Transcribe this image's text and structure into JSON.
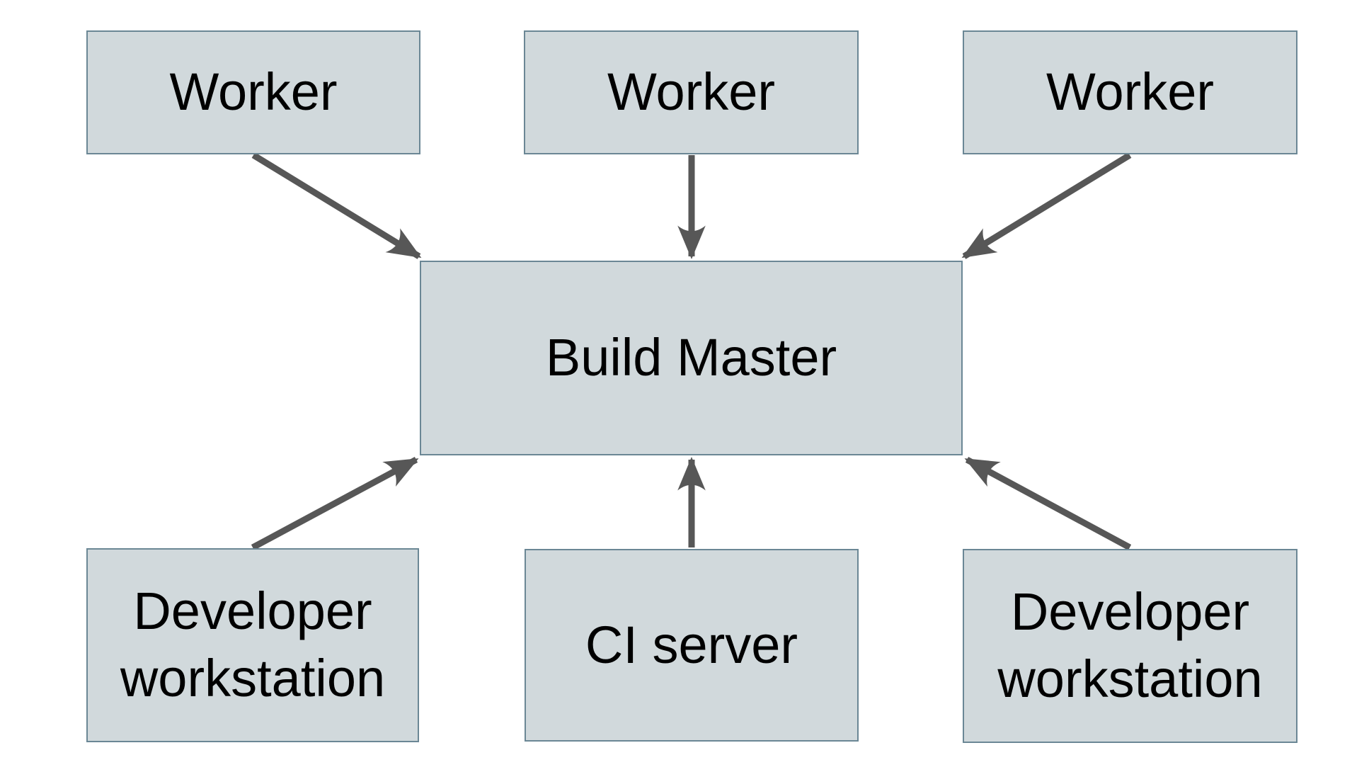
{
  "diagram": {
    "nodes": [
      {
        "id": "worker-1",
        "label": "Worker"
      },
      {
        "id": "worker-2",
        "label": "Worker"
      },
      {
        "id": "worker-3",
        "label": "Worker"
      },
      {
        "id": "build-master",
        "label": "Build Master"
      },
      {
        "id": "developer-workstation-left",
        "label": "Developer workstation"
      },
      {
        "id": "ci-server",
        "label": "CI server"
      },
      {
        "id": "developer-workstation-right",
        "label": "Developer workstation"
      }
    ],
    "edges": [
      {
        "from": "worker-1",
        "to": "build-master"
      },
      {
        "from": "worker-2",
        "to": "build-master"
      },
      {
        "from": "worker-3",
        "to": "build-master"
      },
      {
        "from": "developer-workstation-left",
        "to": "build-master"
      },
      {
        "from": "ci-server",
        "to": "build-master"
      },
      {
        "from": "developer-workstation-right",
        "to": "build-master"
      }
    ],
    "styles": {
      "node_fill": "#d1d9dc",
      "node_border": "#6b8795",
      "arrow_color": "#575757",
      "label_color": "#000000",
      "background": "#ffffff"
    }
  }
}
